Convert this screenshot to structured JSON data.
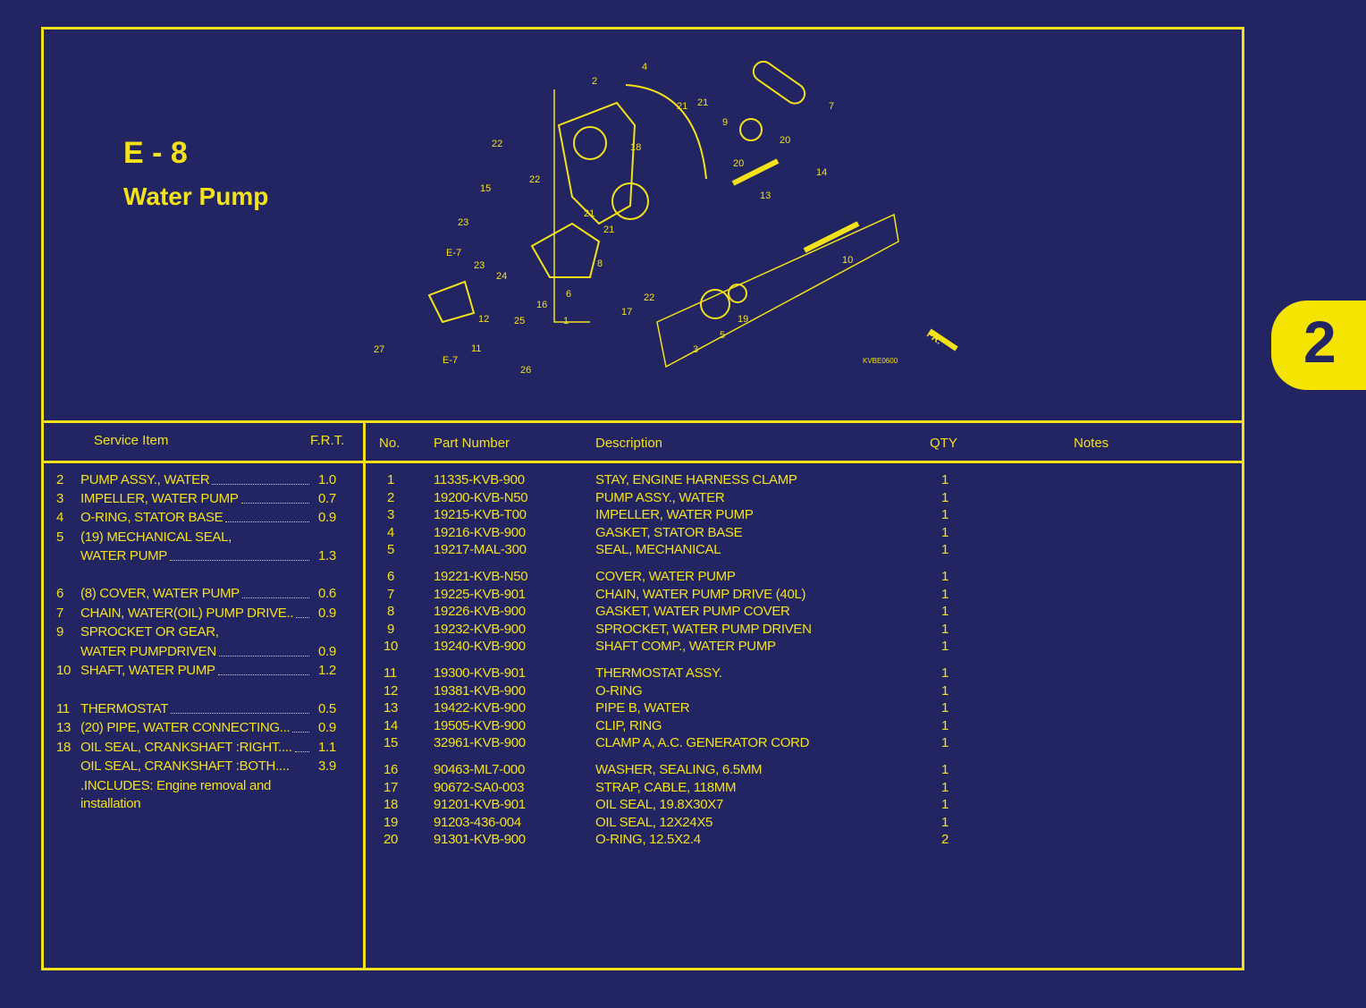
{
  "page": {
    "code": "E - 8",
    "title": "Water Pump",
    "section_tab": "2",
    "diagram_code": "KVBE0600",
    "front_marker": "FR."
  },
  "colors": {
    "background": "#232462",
    "accent": "#f3e21a"
  },
  "service_table": {
    "headers": {
      "item": "Service Item",
      "frt": "F.R.T."
    },
    "rows": [
      {
        "no": "2",
        "lines": [
          "PUMP ASSY., WATER"
        ],
        "frt": "1.0"
      },
      {
        "no": "3",
        "lines": [
          "IMPELLER, WATER PUMP"
        ],
        "frt": "0.7"
      },
      {
        "no": "4",
        "lines": [
          "O-RING, STATOR BASE"
        ],
        "frt": "0.9"
      },
      {
        "no": "5",
        "lines": [
          "(19) MECHANICAL SEAL,",
          "WATER PUMP"
        ],
        "frt": "1.3"
      },
      {
        "no": "6",
        "lines": [
          "(8) COVER, WATER PUMP"
        ],
        "frt": "0.6"
      },
      {
        "no": "7",
        "lines": [
          "CHAIN, WATER(OIL) PUMP DRIVE.."
        ],
        "frt": "0.9"
      },
      {
        "no": "9",
        "lines": [
          "SPROCKET OR GEAR,",
          "WATER PUMPDRIVEN"
        ],
        "frt": "0.9"
      },
      {
        "no": "10",
        "lines": [
          "SHAFT, WATER PUMP"
        ],
        "frt": "1.2"
      },
      {
        "no": "11",
        "lines": [
          "THERMOSTAT"
        ],
        "frt": "0.5"
      },
      {
        "no": "13",
        "lines": [
          "(20)  PIPE, WATER CONNECTING..."
        ],
        "frt": "0.9"
      },
      {
        "no": "18",
        "lines": [
          "OIL SEAL, CRANKSHAFT :RIGHT...."
        ],
        "frt": "1.1"
      },
      {
        "no": "",
        "lines": [
          " OIL SEAL, CRANKSHAFT :BOTH...."
        ],
        "frt": "3.9"
      },
      {
        "no": "",
        "lines": [
          ".INCLUDES: Engine removal and",
          "installation"
        ],
        "frt": ""
      }
    ]
  },
  "parts_table": {
    "headers": {
      "no": "No.",
      "part_number": "Part Number",
      "description": "Description",
      "qty": "QTY",
      "notes": "Notes"
    },
    "rows": [
      {
        "no": "1",
        "part": "11335-KVB-900",
        "desc": "STAY, ENGINE HARNESS CLAMP",
        "qty": "1"
      },
      {
        "no": "2",
        "part": "19200-KVB-N50",
        "desc": "PUMP ASSY., WATER",
        "qty": "1"
      },
      {
        "no": "3",
        "part": "19215-KVB-T00",
        "desc": "IMPELLER, WATER PUMP",
        "qty": "1"
      },
      {
        "no": "4",
        "part": "19216-KVB-900",
        "desc": "GASKET, STATOR BASE",
        "qty": "1"
      },
      {
        "no": "5",
        "part": "19217-MAL-300",
        "desc": "SEAL, MECHANICAL",
        "qty": "1"
      },
      {
        "no": "6",
        "part": "19221-KVB-N50",
        "desc": "COVER, WATER PUMP",
        "qty": "1"
      },
      {
        "no": "7",
        "part": "19225-KVB-901",
        "desc": "CHAIN, WATER PUMP DRIVE (40L)",
        "qty": "1"
      },
      {
        "no": "8",
        "part": "19226-KVB-900",
        "desc": "GASKET, WATER PUMP COVER",
        "qty": "1"
      },
      {
        "no": "9",
        "part": "19232-KVB-900",
        "desc": "SPROCKET, WATER PUMP DRIVEN",
        "qty": "1"
      },
      {
        "no": "10",
        "part": "19240-KVB-900",
        "desc": "SHAFT COMP., WATER PUMP",
        "qty": "1"
      },
      {
        "no": "11",
        "part": "19300-KVB-901",
        "desc": "THERMOSTAT ASSY.",
        "qty": "1"
      },
      {
        "no": "12",
        "part": "19381-KVB-900",
        "desc": "O-RING",
        "qty": "1"
      },
      {
        "no": "13",
        "part": "19422-KVB-900",
        "desc": "PIPE B, WATER",
        "qty": "1"
      },
      {
        "no": "14",
        "part": "19505-KVB-900",
        "desc": "CLIP, RING",
        "qty": "1"
      },
      {
        "no": "15",
        "part": "32961-KVB-900",
        "desc": "CLAMP A, A.C. GENERATOR CORD",
        "qty": "1"
      },
      {
        "no": "16",
        "part": "90463-ML7-000",
        "desc": "WASHER, SEALING, 6.5MM",
        "qty": "1"
      },
      {
        "no": "17",
        "part": "90672-SA0-003",
        "desc": "STRAP, CABLE, 118MM",
        "qty": "1"
      },
      {
        "no": "18",
        "part": "91201-KVB-901",
        "desc": "OIL SEAL, 19.8X30X7",
        "qty": "1"
      },
      {
        "no": "19",
        "part": "91203-436-004",
        "desc": "OIL SEAL, 12X24X5",
        "qty": "1"
      },
      {
        "no": "20",
        "part": "91301-KVB-900",
        "desc": "O-RING, 12.5X2.4",
        "qty": "2"
      }
    ]
  },
  "diagram_callouts": [
    "2",
    "4",
    "21",
    "21",
    "7",
    "9",
    "20",
    "20",
    "14",
    "13",
    "22",
    "18",
    "22",
    "15",
    "23",
    "21",
    "21",
    "E-7",
    "23",
    "24",
    "8",
    "6",
    "10",
    "22",
    "12",
    "16",
    "25",
    "17",
    "5",
    "19",
    "11",
    "1",
    "3",
    "27",
    "E-7",
    "26"
  ]
}
